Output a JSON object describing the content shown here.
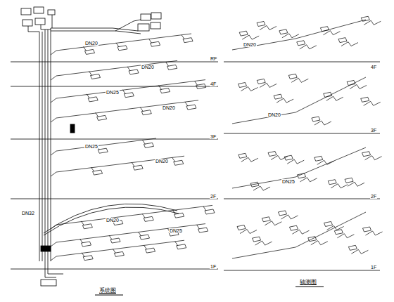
{
  "diagram": {
    "labels": [
      "RF",
      "4F",
      "3F",
      "2F",
      "1F",
      "系统图",
      "4F",
      "3F",
      "2F",
      "1F",
      "轴测图",
      "DN20",
      "DN20",
      "DN25",
      "DN20",
      "DN25",
      "DN20",
      "DN32",
      "DN20",
      "DN25",
      "DN20",
      "DN20",
      "DN25"
    ]
  }
}
